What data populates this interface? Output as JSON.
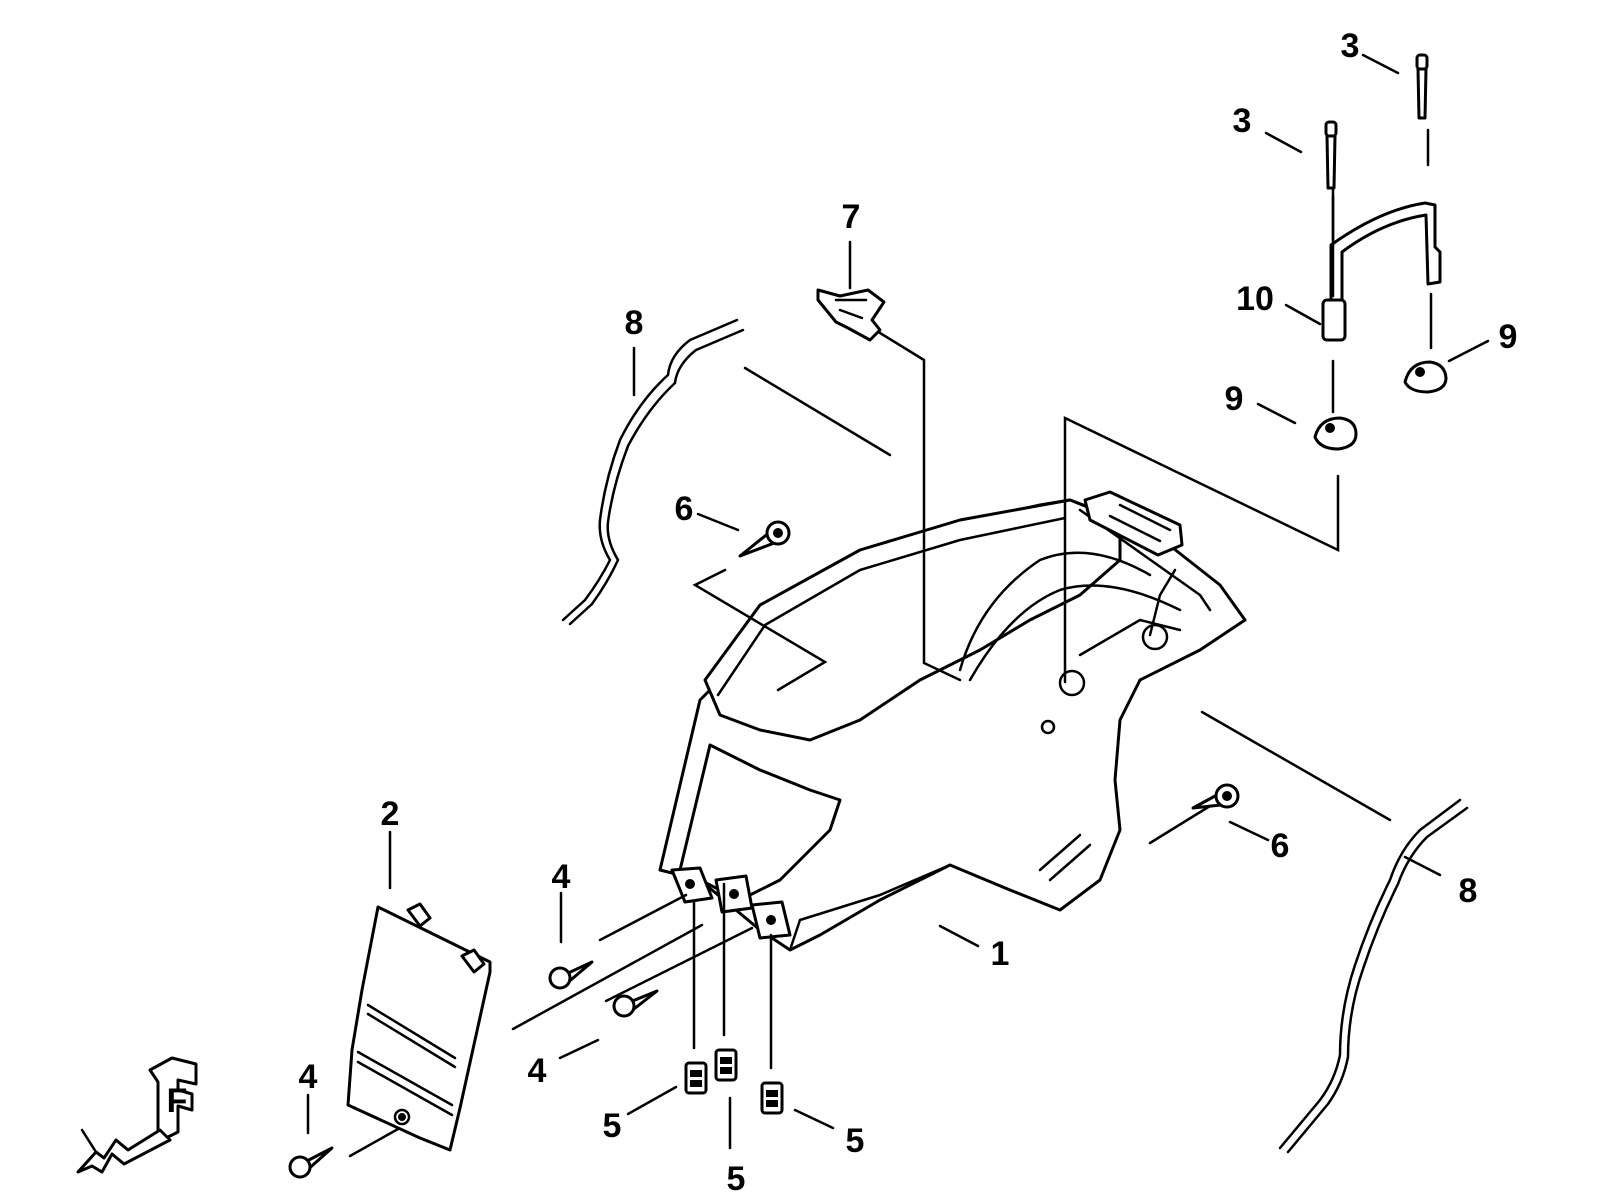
{
  "diagram": {
    "callouts": {
      "c1": "1",
      "c2": "2",
      "c3a": "3",
      "c3b": "3",
      "c4a": "4",
      "c4b": "4",
      "c4c": "4",
      "c5a": "5",
      "c5b": "5",
      "c5c": "5",
      "c6a": "6",
      "c6b": "6",
      "c7": "7",
      "c8a": "8",
      "c8b": "8",
      "c9a": "9",
      "c9b": "9",
      "c10": "10"
    },
    "emblem_letter": "F",
    "colors": {
      "ink": "#000000",
      "paper": "#ffffff"
    }
  }
}
